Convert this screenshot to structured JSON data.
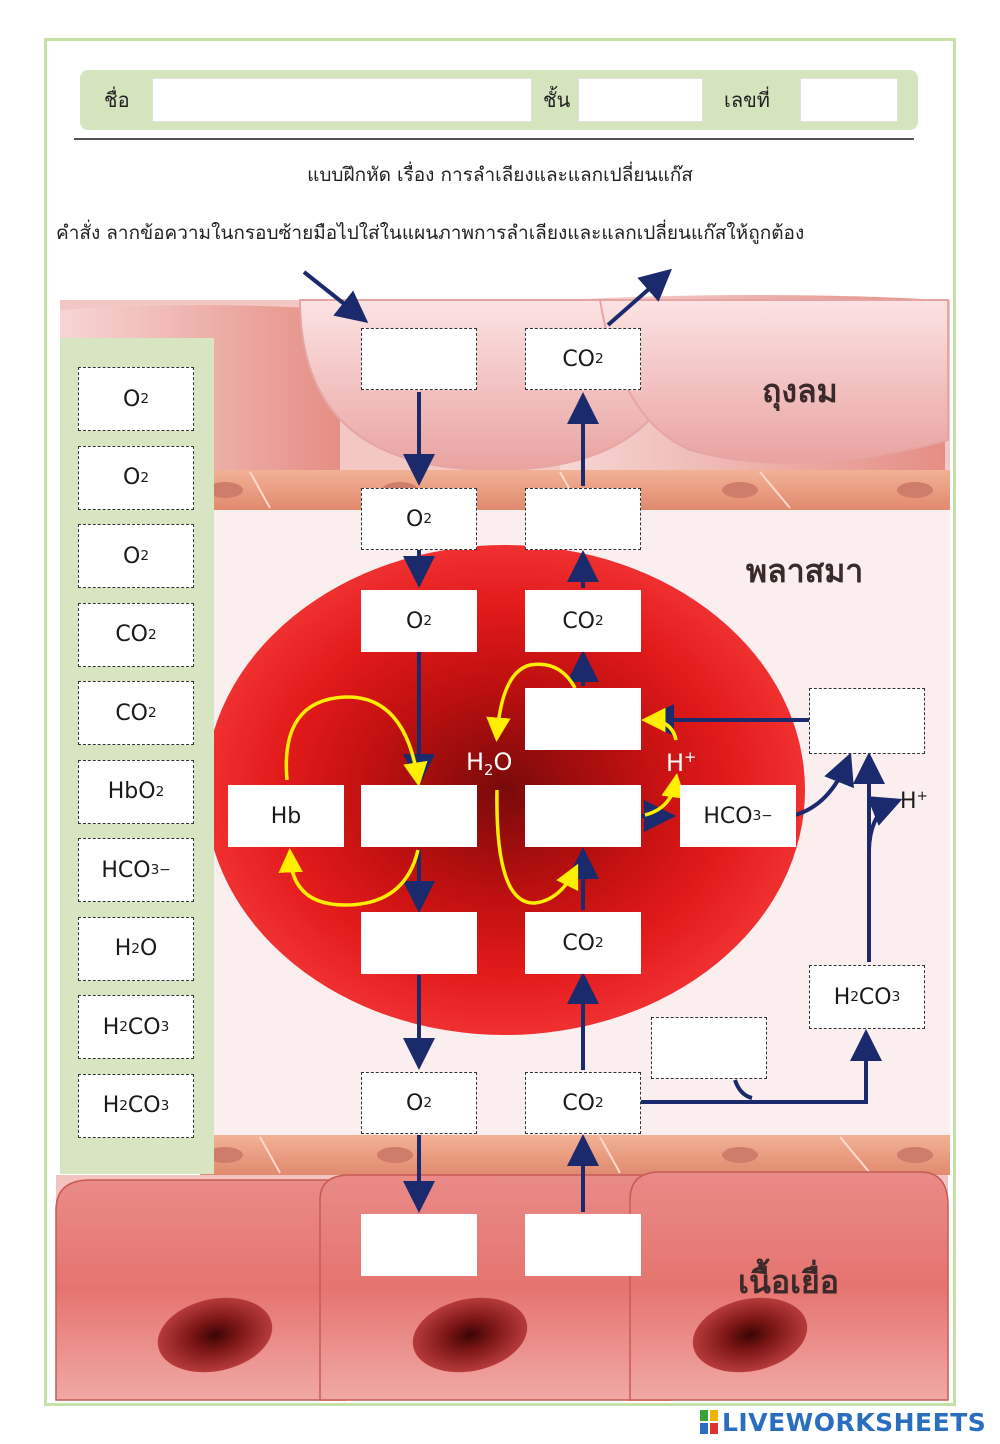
{
  "header": {
    "name_label": "ชื่อ",
    "class_label": "ชั้น",
    "number_label": "เลขที่"
  },
  "title": "แบบฝึกหัด  เรื่อง การลำเลียงและแลกเปลี่ยนแก๊ส",
  "instruction": "คำสั่ง ลากข้อความในกรอบซ้ายมือไปใส่ในแผนภาพการลำเลียงและแลกเปลี่ยนแก๊สให้ถูกต้อง",
  "bank": {
    "items": [
      {
        "base": "O",
        "sub": "2",
        "sup": ""
      },
      {
        "base": "O",
        "sub": "2",
        "sup": ""
      },
      {
        "base": "O",
        "sub": "2",
        "sup": ""
      },
      {
        "base": "CO",
        "sub": "2",
        "sup": ""
      },
      {
        "base": "CO",
        "sub": "2",
        "sup": ""
      },
      {
        "base": "HbO",
        "sub": "2",
        "sup": ""
      },
      {
        "base": "HCO",
        "sub": "3",
        "sup": "−"
      },
      {
        "pre": "H",
        "sub": "2",
        "base": "O"
      },
      {
        "pre": "H",
        "sub": "2",
        "base": "CO",
        "sub2": "3"
      },
      {
        "pre": "H",
        "sub": "2",
        "base": "CO",
        "sub2": "3"
      }
    ]
  },
  "regions": {
    "alveolus": "ถุงลม",
    "plasma": "พลาสมา",
    "tissue": "เนื้อเยื่อ"
  },
  "diagram": {
    "top_right_co2": {
      "base": "CO",
      "sub": "2"
    },
    "o2_membrane": {
      "base": "O",
      "sub": "2"
    },
    "o2_rbc_top": {
      "base": "O",
      "sub": "2"
    },
    "co2_rbc_top": {
      "base": "CO",
      "sub": "2"
    },
    "hb": "Hb",
    "co2_rbc_bottom": {
      "base": "CO",
      "sub": "2"
    },
    "o2_capillary": {
      "base": "O",
      "sub": "2"
    },
    "co2_capillary": {
      "base": "CO",
      "sub": "2"
    },
    "hco3_rbc": {
      "base": "HCO",
      "sub": "3",
      "sup": "−"
    },
    "h2co3_plasma": {
      "pre": "H",
      "sub": "2",
      "base": "CO",
      "sub2": "3"
    },
    "h2o_label": {
      "pre": "H",
      "sub": "2",
      "base": "O"
    },
    "h_plus_rbc": {
      "base": "H",
      "sup": "+"
    },
    "h_plus_plasma": {
      "base": "H",
      "sup": "+"
    }
  },
  "brand": "LIVEWORKSHEETS",
  "colors": {
    "frame": "#c7e0a8",
    "bank": "#d7e5c2",
    "arrow": "#1a2a6c",
    "yellow": "#ffee00",
    "rbc": "#e01515"
  }
}
